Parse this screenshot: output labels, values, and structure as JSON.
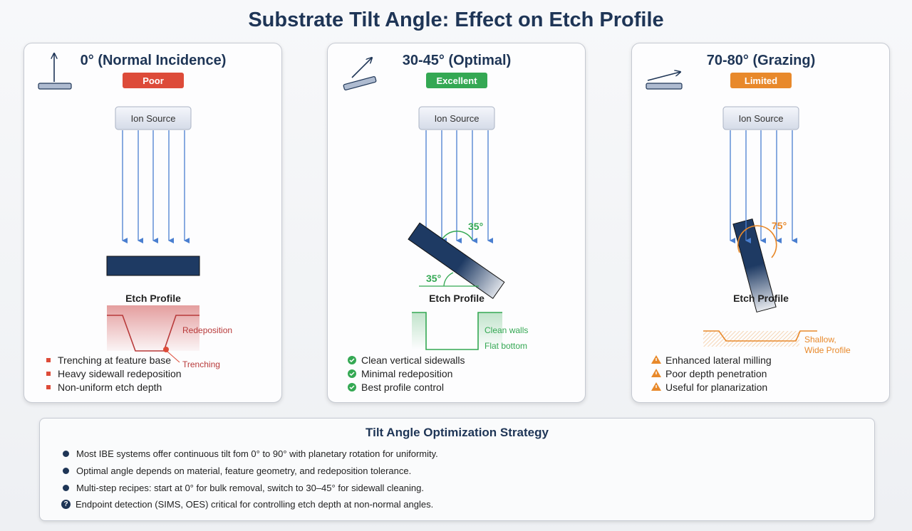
{
  "title": "Substrate Tilt Angle: Effect on Etch Profile",
  "colors": {
    "navy": "#1e3556",
    "poor": "#dd4b39",
    "excellent": "#34a853",
    "limited": "#e8892b",
    "beam": "#4a7fd0"
  },
  "panels": [
    {
      "title": "0° (Normal Incidence)",
      "badge": "Poor",
      "ion_source": "Ion Source",
      "etch_profile": "Etch Profile",
      "labels": [
        "Redeposition",
        "Trenching"
      ],
      "bullets": [
        "Trenching at feature base",
        "Heavy sidewall redeposition",
        "Non-uniform etch depth"
      ],
      "bullet_icon": "square-bullet-icon"
    },
    {
      "title": "30-45° (Optimal)",
      "badge": "Excellent",
      "ion_source": "Ion Source",
      "etch_profile": "Etch Profile",
      "angle_top": "35°",
      "angle_bottom": "35°",
      "labels": [
        "Clean walls",
        "Flat bottom"
      ],
      "bullets": [
        "Clean vertical sidewalls",
        "Minimal redeposition",
        "Best profile control"
      ],
      "bullet_icon": "check-circle-icon"
    },
    {
      "title": "70-80° (Grazing)",
      "badge": "Limited",
      "ion_source": "Ion Source",
      "etch_profile": "Etch Profile",
      "angle_top": "75°",
      "labels": [
        "Shallow,",
        "Wide Profile"
      ],
      "bullets": [
        "Enhanced lateral milling",
        "Poor depth penetration",
        "Useful for planarization"
      ],
      "bullet_icon": "warning-icon"
    }
  ],
  "strategy": {
    "title": "Tilt Angle Optimization Strategy",
    "items": [
      "Most IBE systems offer continuous tilt fom 0° to 90° with planetary rotation for uniformity.",
      "Optimal angle depends on material, feature geometry, and redeposition tolerance.",
      "Multi-step recipes: start at 0° for bulk removal, switch to 30–45° for sidewall cleaning.",
      "Endpoint detection (SIMS, OES) critical for controlling etch depth at non-normal angles."
    ],
    "last_icon": "question-circle-icon"
  }
}
